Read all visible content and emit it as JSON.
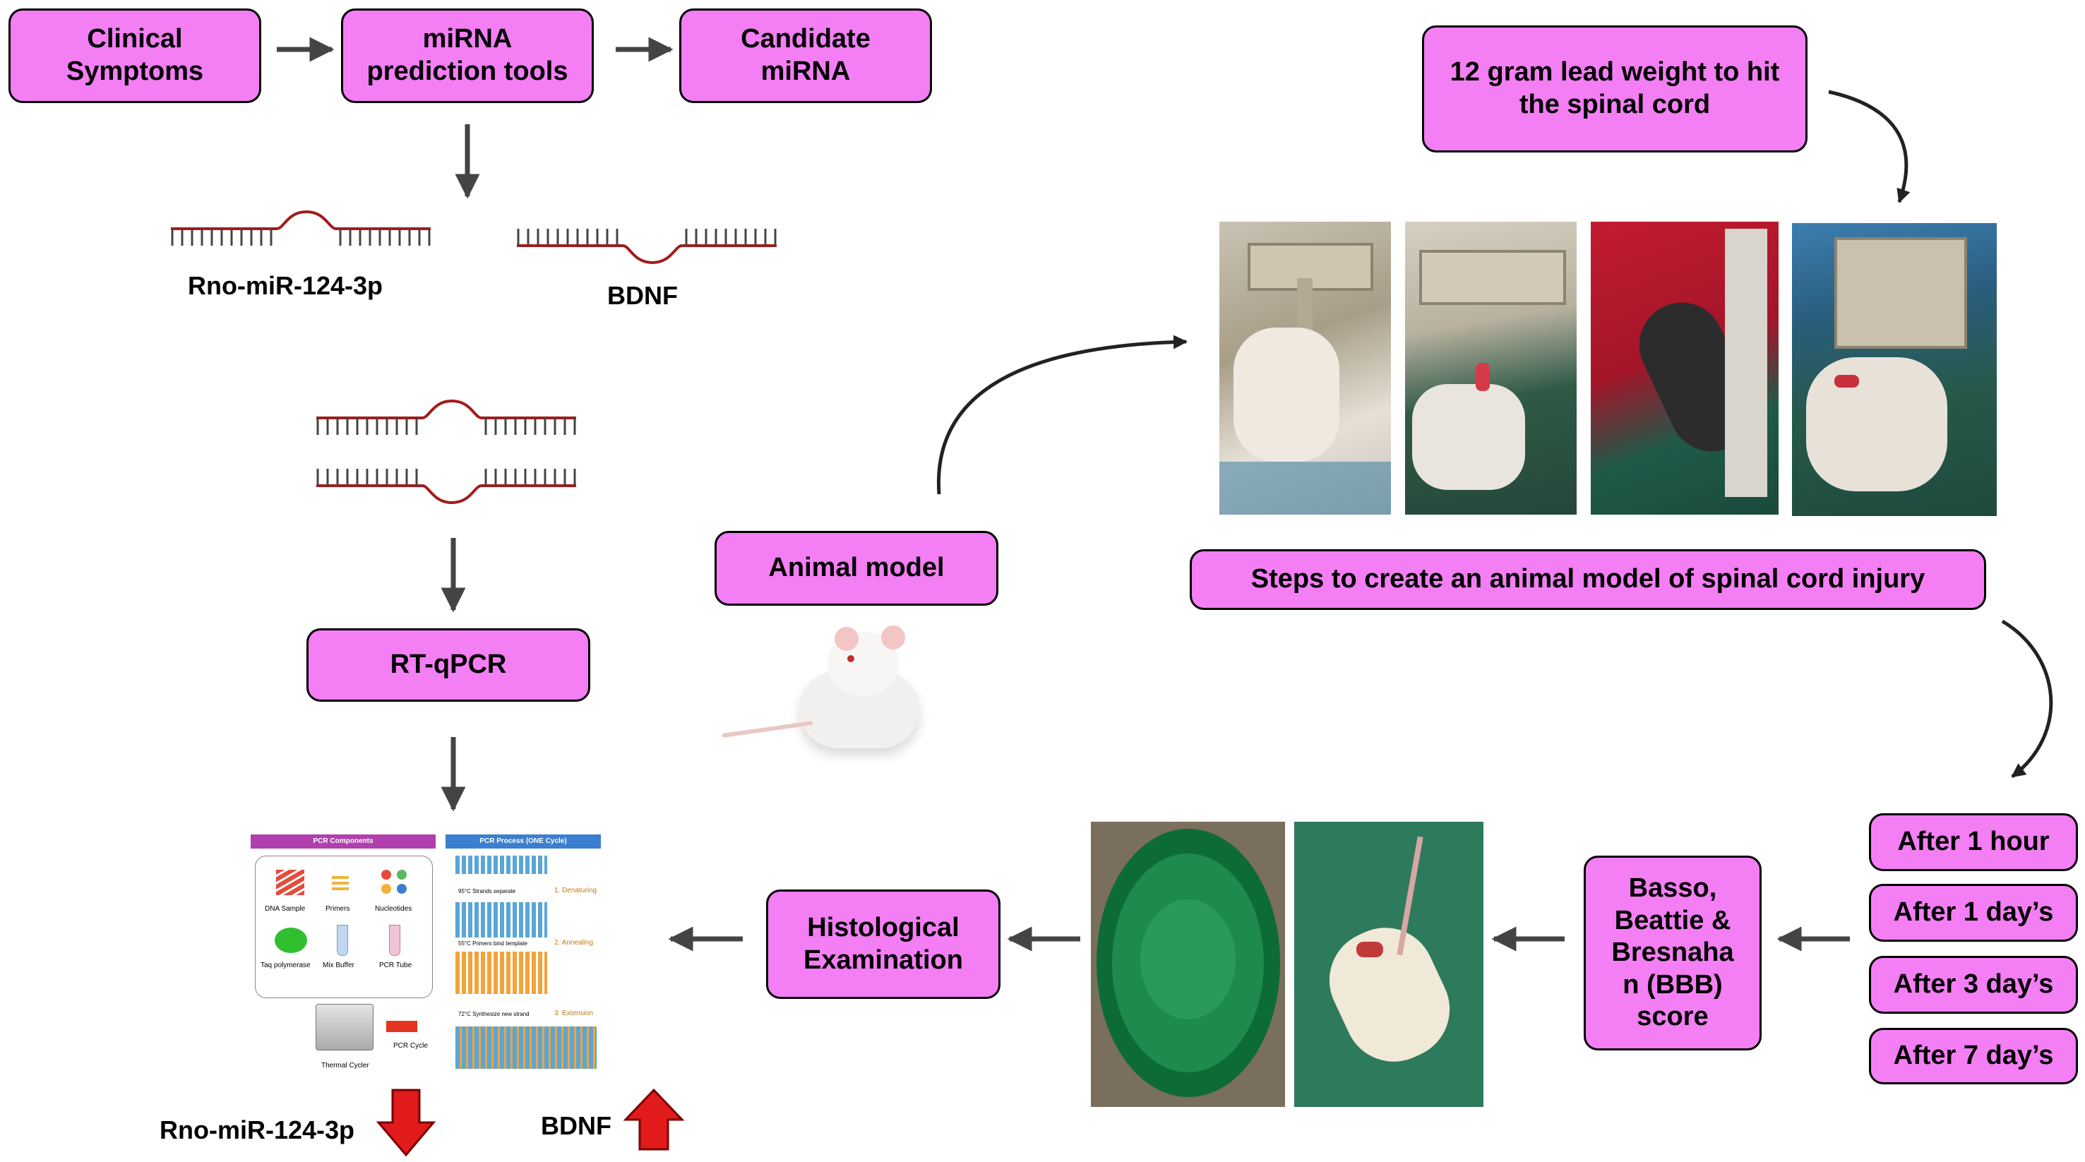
{
  "boxes": {
    "clinical": "Clinical\nSymptoms",
    "prediction": "miRNA\nprediction tools",
    "candidate": "Candidate\nmiRNA",
    "lead_weight": "12 gram lead weight to hit\nthe spinal cord",
    "animal_model": "Animal model",
    "steps": "Steps to create an animal model of spinal cord injury",
    "rtqpcr": "RT-qPCR",
    "histology": "Histological\nExamination",
    "bbb": "Basso,\nBeattie &\nBresnaha\nn (BBB)\nscore",
    "after_1h": "After 1 hour",
    "after_1d": "After 1 day’s",
    "after_3d": "After 3 day’s",
    "after_7d": "After 7 day’s"
  },
  "labels": {
    "mirna_top": "Rno-miR-124-3p",
    "bdnf_top": "BDNF",
    "mirna_bottom": "Rno-miR-124-3p",
    "bdnf_bottom": "BDNF"
  },
  "pcr": {
    "components_title": "PCR Components",
    "process_title": "PCR Process (ONE Cycle)",
    "dna_sample": "DNA Sample",
    "primers": "Primers",
    "nucleotides": "Nucleotides",
    "taq": "Taq polymerase",
    "mix_buffer": "Mix Buffer",
    "pcr_tube": "PCR Tube",
    "thermal_cycler": "Thermal Cycler",
    "pcr_cycle": "PCR Cycle",
    "step1_desc": "95°C Strands separate",
    "step1": "1. Denaturing",
    "step2_desc": "55°C Primers bind template",
    "step2": "2. Annealing",
    "step3_desc": "72°C Synthesize new strand",
    "step3": "3. Extension"
  },
  "colors": {
    "box_fill": "#f47ef4",
    "arrow": "#444444",
    "rna_backbone": "#a11c1c",
    "down_arrow": "#e11b1b",
    "up_arrow": "#e11b1b",
    "pcr_components_header": "#b13fae",
    "pcr_process_header": "#3b7fd0"
  },
  "expression": {
    "mirna_direction": "down",
    "bdnf_direction": "up"
  }
}
